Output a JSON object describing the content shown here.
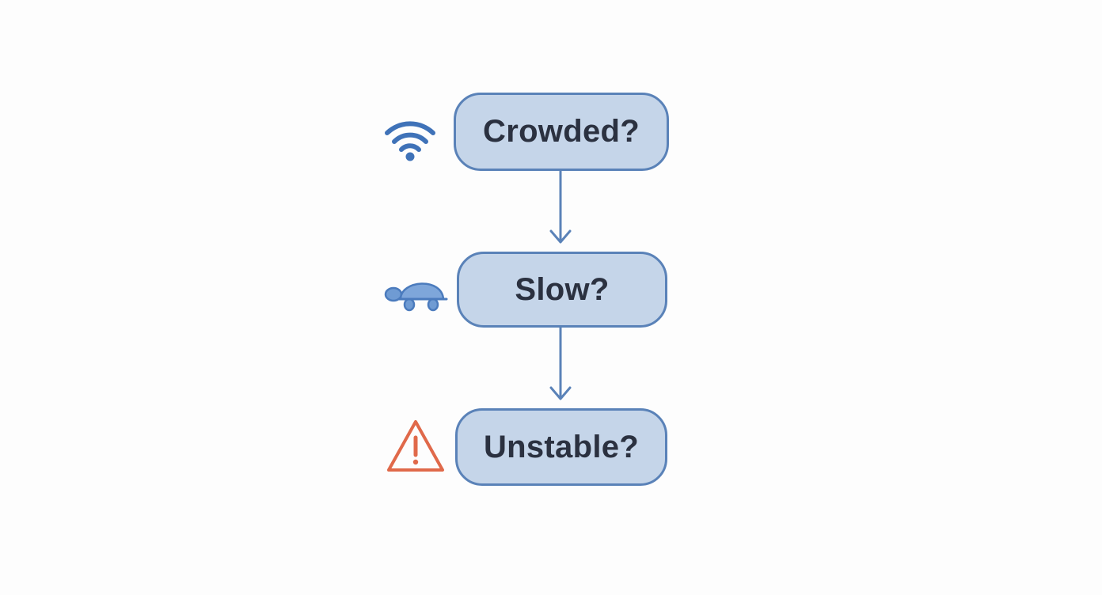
{
  "flowchart": {
    "steps": [
      {
        "label": "Crowded?",
        "icon": "wifi-icon"
      },
      {
        "label": "Slow?",
        "icon": "turtle-icon"
      },
      {
        "label": "Unstable?",
        "icon": "warning-icon"
      }
    ]
  },
  "colors": {
    "box_fill": "#c5d5e9",
    "box_border": "#5a82b8",
    "text": "#2b3140",
    "arrow": "#5a82b8",
    "wifi_icon": "#3f72b8",
    "turtle_icon": "#6f9bd3",
    "warning_icon": "#e0694a"
  }
}
